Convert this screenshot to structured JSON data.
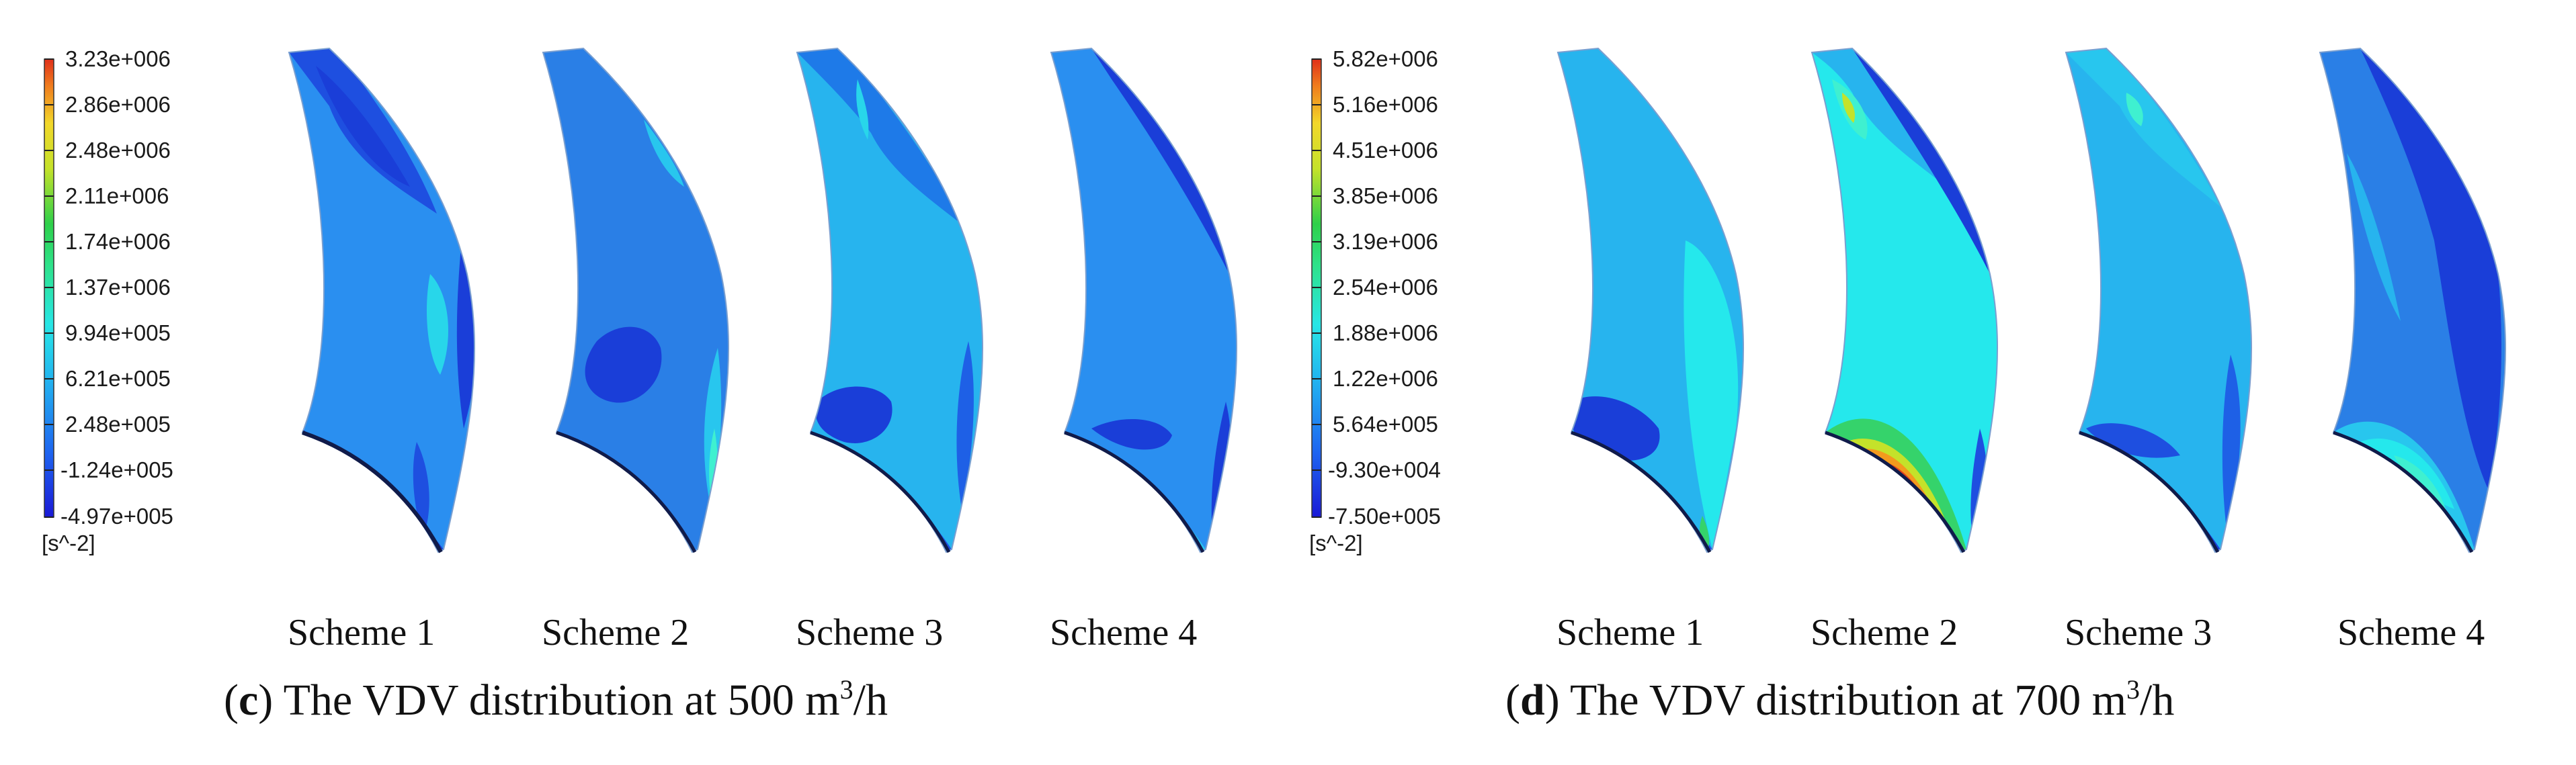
{
  "panels": [
    {
      "id": "c",
      "legend": {
        "values": [
          "3.23e+006",
          "2.86e+006",
          "2.48e+006",
          "2.11e+006",
          "1.74e+006",
          "1.37e+006",
          "9.94e+005",
          "6.21e+005",
          "2.48e+005",
          "-1.24e+005",
          "-4.97e+005"
        ],
        "unit": "[s^-2]"
      },
      "schemes": [
        "Scheme 1",
        "Scheme 2",
        "Scheme 3",
        "Scheme 4"
      ],
      "caption": {
        "letter": "c",
        "text": " The VDV distribution at 500 m",
        "sup": "3",
        "tail": "/h"
      }
    },
    {
      "id": "d",
      "legend": {
        "values": [
          "5.82e+006",
          "5.16e+006",
          "4.51e+006",
          "3.85e+006",
          "3.19e+006",
          "2.54e+006",
          "1.88e+006",
          "1.22e+006",
          "5.64e+005",
          "-9.30e+004",
          "-7.50e+005"
        ],
        "unit": "[s^-2]"
      },
      "schemes": [
        "Scheme 1",
        "Scheme 2",
        "Scheme 3",
        "Scheme 4"
      ],
      "caption": {
        "letter": "d",
        "text": " The VDV distribution at 700 m",
        "sup": "3",
        "tail": "/h"
      }
    }
  ],
  "colors": {
    "background_blade": "#1e90ff",
    "dark_blue": "#1a3ed8",
    "mid_blue": "#2a7fe6",
    "cyan": "#28c6ee",
    "light_cyan": "#25e8ec",
    "aqua": "#3ff0d0",
    "green": "#35d36b",
    "yellow": "#f2e22a",
    "orange": "#f39a1d",
    "red": "#e2421c",
    "edge": "#101b4a"
  }
}
